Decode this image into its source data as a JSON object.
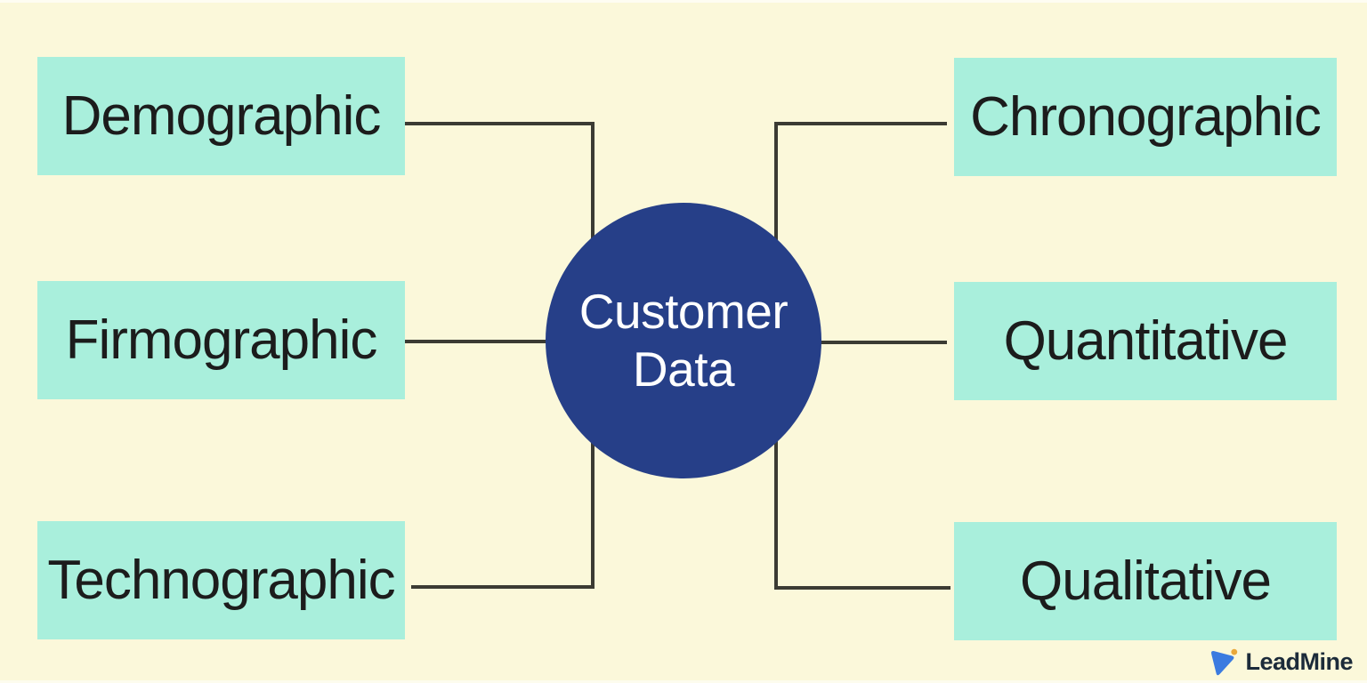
{
  "diagram": {
    "title_center": {
      "line1": "Customer",
      "line2": "Data"
    },
    "left_nodes": [
      {
        "label": "Demographic"
      },
      {
        "label": "Firmographic"
      },
      {
        "label": "Technographic"
      }
    ],
    "right_nodes": [
      {
        "label": "Chronographic"
      },
      {
        "label": "Quantitative"
      },
      {
        "label": "Qualitative"
      }
    ],
    "colors": {
      "background": "#fbf8da",
      "node_fill": "#a9efdc",
      "node_text": "#1c1c1c",
      "center_fill": "#263f88",
      "center_text": "#ffffff",
      "connector": "#3b3b33"
    }
  },
  "branding": {
    "logo_text": "LeadMine",
    "logo_icon": "leadmine-triangle-icon",
    "colors": {
      "logo_triangle_color": "#3b7be0",
      "logo_dot_color": "#e9a83a",
      "logo_text_color": "#1c2b3a"
    }
  }
}
